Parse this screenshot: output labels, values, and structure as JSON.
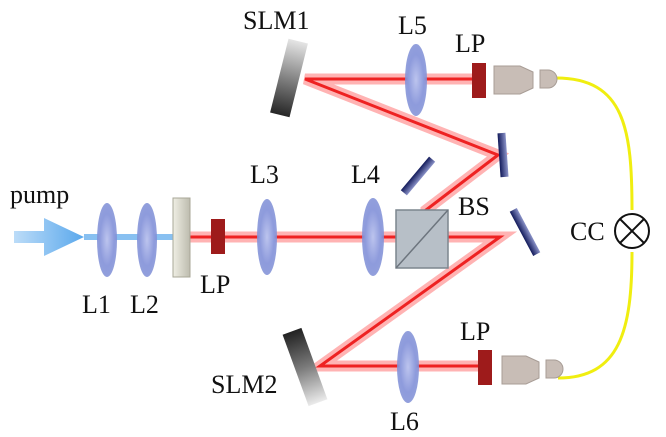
{
  "labels": {
    "pump": "pump",
    "l1": "L1",
    "l2": "L2",
    "lp_input": "LP",
    "l3": "L3",
    "l4": "L4",
    "bs": "BS",
    "slm1": "SLM1",
    "l5": "L5",
    "lp_top": "LP",
    "slm2": "SLM2",
    "l6": "L6",
    "lp_bottom": "LP",
    "cc": "CC"
  },
  "colors": {
    "pump_beam": "#5aa8ec",
    "beam_glow": "#ff9a9a",
    "beam_core": "#ee2222",
    "lens": "#7f8fd6",
    "filter": "#9e1b1b",
    "mirror": "#232f80",
    "slm": "#555555",
    "fiber": "#f0ee10",
    "coupler": "#c8bdb6",
    "beamsplitter": "#b7bfc7"
  },
  "icons": {
    "coincidence_counter": "circled-x-icon",
    "fiber_coupler": "fiber-coupler-icon"
  }
}
